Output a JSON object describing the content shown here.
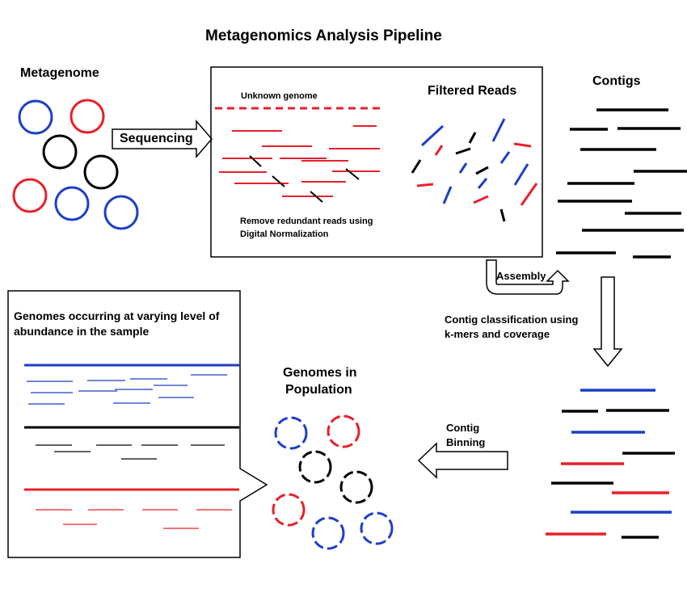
{
  "title": "Metagenomics Analysis Pipeline",
  "labels": {
    "metagenome": "Metagenome",
    "sequencing": "Sequencing",
    "unknown_genome": "Unknown genome",
    "filtered_reads": "Filtered Reads",
    "remove_line1": "Remove redundant reads using",
    "remove_line2": "Digital Normalization",
    "contigs": "Contigs",
    "assembly": "Assembly",
    "classification_line1": "Contig classification using",
    "classification_line2": "k-mers and coverage",
    "binning_line1": "Contig",
    "binning_line2": "Binning",
    "genomes_pop_line1": "Genomes in",
    "genomes_pop_line2": "Population",
    "abundance_line1": "Genomes occurring at varying level of",
    "abundance_line2": "abundance in the sample"
  },
  "colors": {
    "red": "#e8202a",
    "blue": "#1c3fc4",
    "black": "#000000"
  },
  "icons": [
    "right-arrow-icon",
    "down-arrow-icon",
    "left-arrow-icon",
    "u-turn-arrow-icon"
  ]
}
